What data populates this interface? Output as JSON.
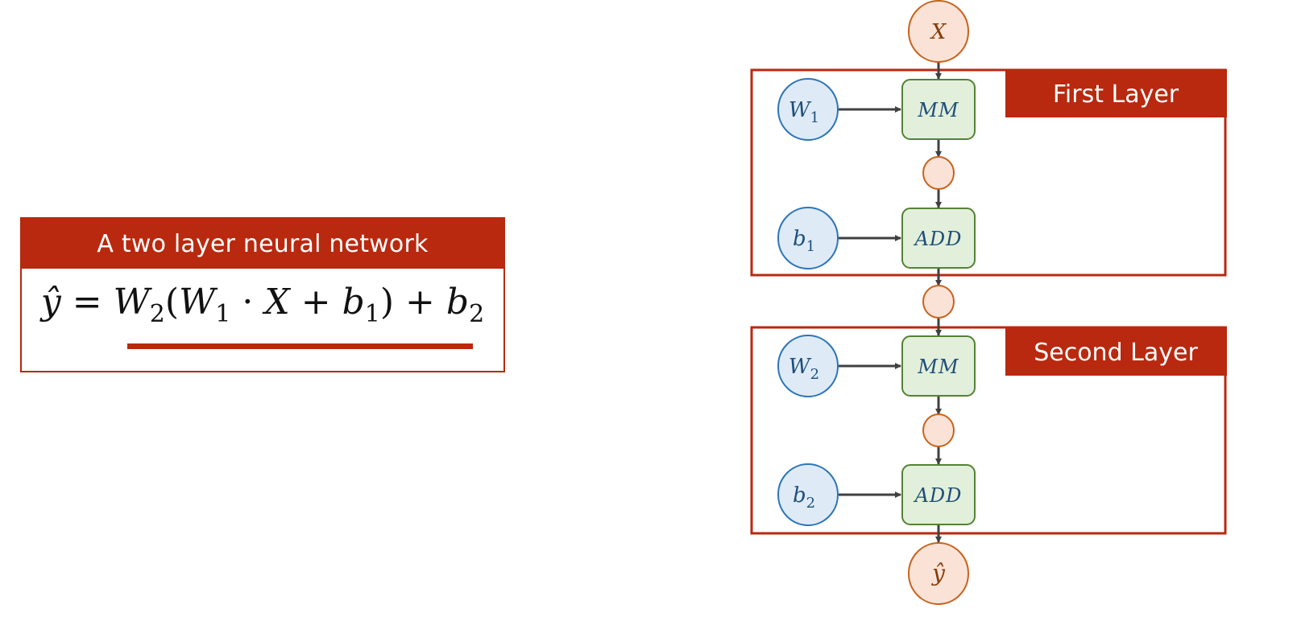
{
  "equation_panel": {
    "title": "A two layer neural network",
    "formula": {
      "lhs": "ŷ",
      "equals": "=",
      "w2": "W",
      "w2_sub": "2",
      "open": "(",
      "w1": "W",
      "w1_sub": "1",
      "dot": "·",
      "x": "X",
      "plus1": "+",
      "b1": "b",
      "b1_sub": "1",
      "close": ")",
      "plus2": "+",
      "b2": "b",
      "b2_sub": "2"
    },
    "underlined_part": "W2(W1 · X + b1) + b2"
  },
  "graph": {
    "input_node": {
      "label": "X"
    },
    "output_node": {
      "label": "ŷ"
    },
    "layers": [
      {
        "label": "First Layer",
        "weight": {
          "label": "W",
          "sub": "1"
        },
        "bias": {
          "label": "b",
          "sub": "1"
        },
        "ops": [
          "MM",
          "ADD"
        ]
      },
      {
        "label": "Second Layer",
        "weight": {
          "label": "W",
          "sub": "2"
        },
        "bias": {
          "label": "b",
          "sub": "2"
        },
        "ops": [
          "MM",
          "ADD"
        ]
      }
    ]
  },
  "colors": {
    "accent_red": "#B8290F",
    "tensor_fill": "#FAE3D6",
    "tensor_stroke": "#C8631E",
    "tensor_text": "#843C0C",
    "param_fill": "#DEEBF7",
    "param_stroke": "#2E75B6",
    "param_text": "#1F4E79",
    "op_fill": "#E2EFDA",
    "op_stroke": "#548235",
    "op_text": "#1F4E79",
    "arrow": "#404040"
  }
}
